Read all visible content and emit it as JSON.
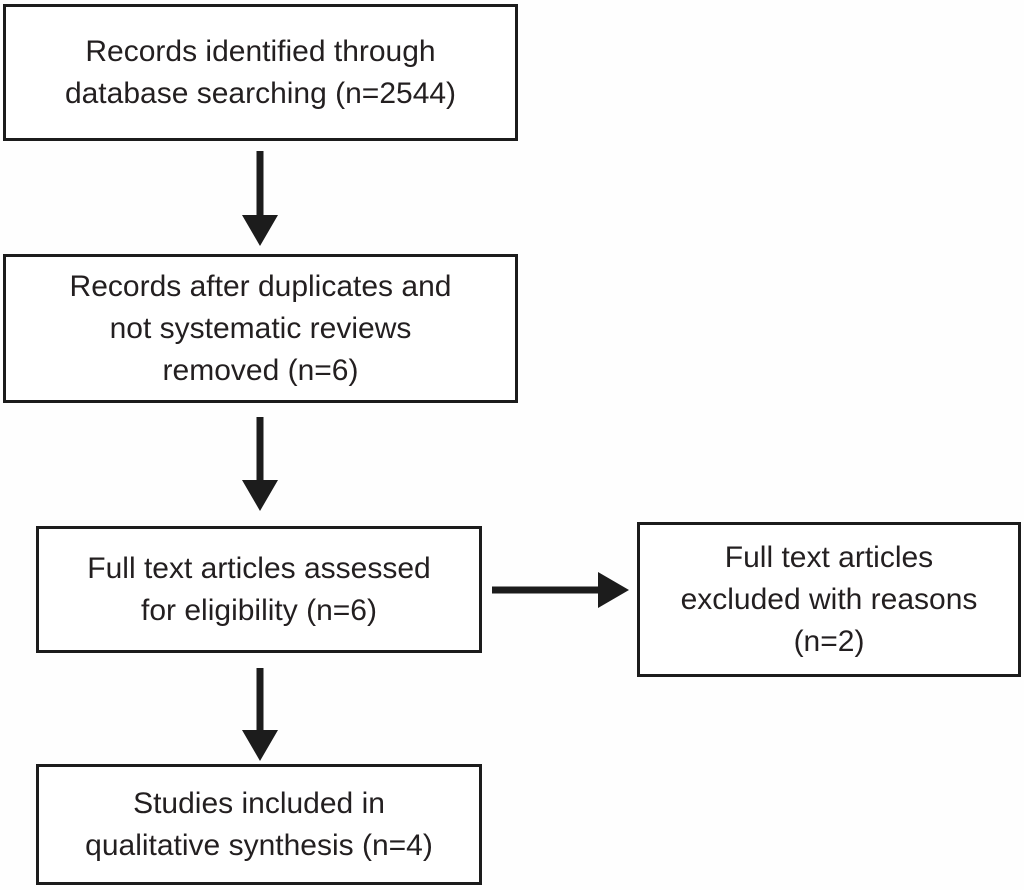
{
  "colors": {
    "line": "#1c1c1c",
    "text": "#231f20",
    "background": "#ffffff"
  },
  "flowchart": {
    "nodes": [
      {
        "id": "records-identified",
        "count": 2544,
        "lines": [
          "Records identified through",
          "database searching (n=2544)"
        ]
      },
      {
        "id": "records-after-duplicates",
        "count": 6,
        "lines": [
          "Records after duplicates and",
          "not systematic reviews",
          "removed (n=6)"
        ]
      },
      {
        "id": "fulltext-assessed",
        "count": 6,
        "lines": [
          "Full text articles assessed",
          "for eligibility (n=6)"
        ]
      },
      {
        "id": "fulltext-excluded",
        "count": 2,
        "lines": [
          "Full text articles",
          "excluded with reasons",
          "(n=2)"
        ]
      },
      {
        "id": "studies-included",
        "count": 4,
        "lines": [
          "Studies included in",
          "qualitative synthesis (n=4)"
        ]
      }
    ],
    "edges": [
      {
        "from": "records-identified",
        "to": "records-after-duplicates",
        "direction": "down"
      },
      {
        "from": "records-after-duplicates",
        "to": "fulltext-assessed",
        "direction": "down"
      },
      {
        "from": "fulltext-assessed",
        "to": "fulltext-excluded",
        "direction": "right"
      },
      {
        "from": "fulltext-assessed",
        "to": "studies-included",
        "direction": "down"
      }
    ]
  }
}
